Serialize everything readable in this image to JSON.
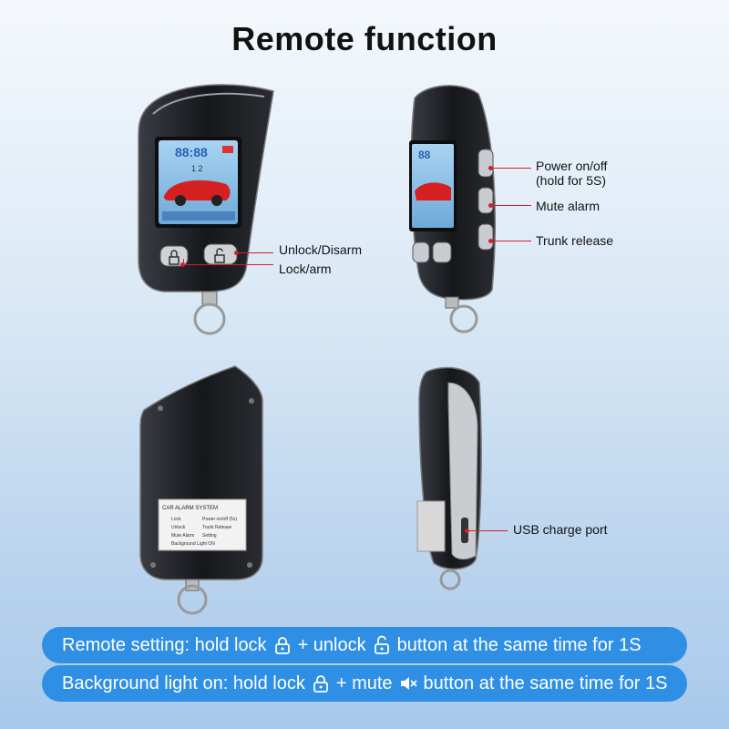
{
  "title": "Remote function",
  "fob_front": {
    "lcd_digits": "88:88",
    "lcd_numbers": "1 2 ",
    "labels": [
      "Unlock/Disarm",
      "Lock/arm"
    ]
  },
  "fob_side": {
    "lcd_digits": "88",
    "labels": {
      "power": "Power on/off\n(hold for 5S)",
      "power_line1": "Power on/off",
      "power_line2": "(hold for 5S)",
      "mute": "Mute alarm",
      "trunk": "Trunk release"
    }
  },
  "fob_back": {
    "sticker_title": "CAR ALARM SYSTEM",
    "sticker_rows": [
      [
        "Lock",
        "Power on/off (5s)"
      ],
      [
        "Unlock",
        "Trunk Release"
      ],
      [
        "Mute Alarm",
        "Setting"
      ],
      [
        "Background Light ON",
        ""
      ]
    ]
  },
  "fob_edge": {
    "label": "USB charge port"
  },
  "banners": [
    {
      "part1": "Remote setting: hold lock",
      "part2": "+ unlock",
      "part3": "button at the same time for 1S",
      "icon1": "lock-icon",
      "icon2": "unlock-icon"
    },
    {
      "part1": "Background light on: hold lock",
      "part2": "+ mute",
      "part3": "button at the same time for 1S",
      "icon1": "lock-icon",
      "icon2": "mute-icon"
    }
  ],
  "colors": {
    "banner": "#2f8fe4",
    "leader": "#d3202a",
    "fob_body": "#1b1d22",
    "lcd": "#8fc3ea"
  }
}
